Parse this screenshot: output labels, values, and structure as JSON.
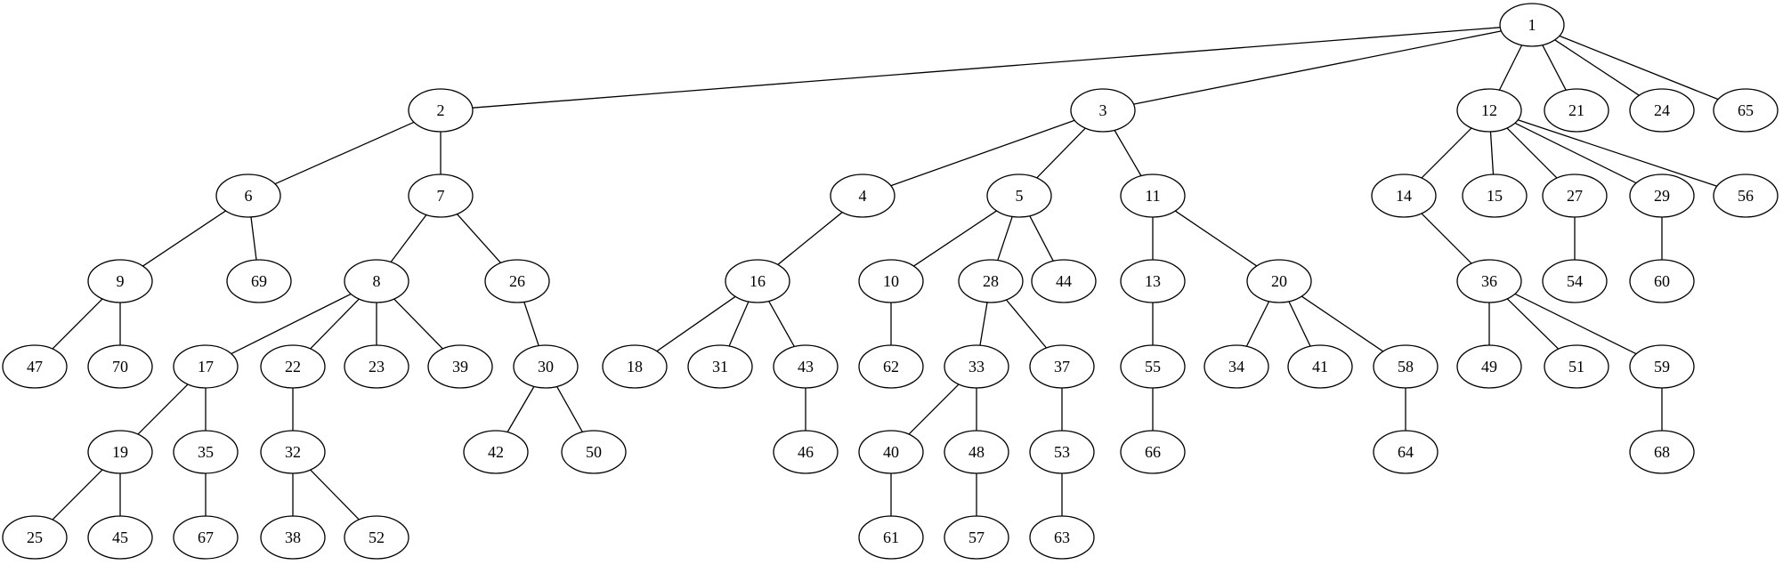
{
  "tree": {
    "nodes": [
      "1",
      "2",
      "3",
      "4",
      "5",
      "6",
      "7",
      "8",
      "9",
      "10",
      "11",
      "12",
      "13",
      "14",
      "15",
      "16",
      "17",
      "18",
      "19",
      "20",
      "21",
      "22",
      "23",
      "24",
      "25",
      "26",
      "27",
      "28",
      "29",
      "30",
      "31",
      "32",
      "33",
      "34",
      "35",
      "36",
      "37",
      "38",
      "39",
      "40",
      "41",
      "42",
      "43",
      "44",
      "45",
      "46",
      "47",
      "48",
      "49",
      "50",
      "51",
      "52",
      "53",
      "54",
      "55",
      "56",
      "57",
      "58",
      "59",
      "60",
      "61",
      "62",
      "63",
      "64",
      "65",
      "66",
      "67",
      "68",
      "69",
      "70"
    ],
    "edges": [
      [
        "1",
        "2"
      ],
      [
        "1",
        "3"
      ],
      [
        "1",
        "12"
      ],
      [
        "1",
        "21"
      ],
      [
        "1",
        "24"
      ],
      [
        "1",
        "65"
      ],
      [
        "2",
        "6"
      ],
      [
        "2",
        "7"
      ],
      [
        "3",
        "4"
      ],
      [
        "3",
        "5"
      ],
      [
        "3",
        "11"
      ],
      [
        "12",
        "14"
      ],
      [
        "12",
        "15"
      ],
      [
        "12",
        "27"
      ],
      [
        "12",
        "29"
      ],
      [
        "12",
        "56"
      ],
      [
        "6",
        "9"
      ],
      [
        "6",
        "69"
      ],
      [
        "7",
        "8"
      ],
      [
        "7",
        "26"
      ],
      [
        "4",
        "16"
      ],
      [
        "5",
        "10"
      ],
      [
        "5",
        "28"
      ],
      [
        "5",
        "44"
      ],
      [
        "11",
        "13"
      ],
      [
        "11",
        "20"
      ],
      [
        "14",
        "36"
      ],
      [
        "27",
        "54"
      ],
      [
        "29",
        "60"
      ],
      [
        "9",
        "47"
      ],
      [
        "9",
        "70"
      ],
      [
        "8",
        "17"
      ],
      [
        "8",
        "22"
      ],
      [
        "8",
        "23"
      ],
      [
        "8",
        "39"
      ],
      [
        "26",
        "30"
      ],
      [
        "16",
        "18"
      ],
      [
        "16",
        "31"
      ],
      [
        "16",
        "43"
      ],
      [
        "10",
        "62"
      ],
      [
        "28",
        "33"
      ],
      [
        "28",
        "37"
      ],
      [
        "13",
        "55"
      ],
      [
        "20",
        "34"
      ],
      [
        "20",
        "41"
      ],
      [
        "20",
        "58"
      ],
      [
        "36",
        "49"
      ],
      [
        "36",
        "51"
      ],
      [
        "36",
        "59"
      ],
      [
        "17",
        "19"
      ],
      [
        "17",
        "35"
      ],
      [
        "22",
        "32"
      ],
      [
        "30",
        "42"
      ],
      [
        "30",
        "50"
      ],
      [
        "43",
        "46"
      ],
      [
        "33",
        "40"
      ],
      [
        "33",
        "48"
      ],
      [
        "37",
        "53"
      ],
      [
        "55",
        "66"
      ],
      [
        "58",
        "64"
      ],
      [
        "59",
        "68"
      ],
      [
        "19",
        "25"
      ],
      [
        "19",
        "45"
      ],
      [
        "35",
        "67"
      ],
      [
        "32",
        "38"
      ],
      [
        "32",
        "52"
      ],
      [
        "40",
        "61"
      ],
      [
        "48",
        "57"
      ],
      [
        "53",
        "63"
      ]
    ]
  }
}
